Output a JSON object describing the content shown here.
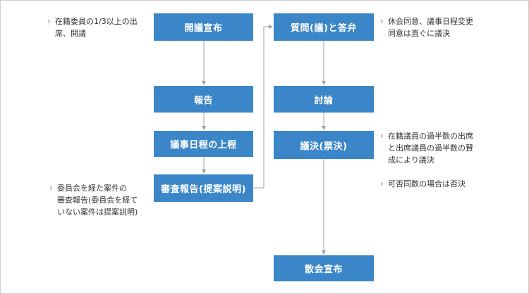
{
  "steps": {
    "open": "開議宣布",
    "report": "報告",
    "agenda": "議事日程の上程",
    "review": "審査報告(提案説明)",
    "question": "質問(議)と答弁",
    "debate": "討論",
    "vote": "議決(票決)",
    "close": "散会宣布"
  },
  "notes": {
    "quorum": [
      "在籍委員の1/3以上の出",
      "席、開議"
    ],
    "committee": [
      "委員会を経た案件の",
      "審査報告(委員会を経て",
      "いない案件は提案説明)"
    ],
    "recess": [
      "休会同意、議事日程変更",
      "同意は直ぐに議決"
    ],
    "majority": [
      "在籍議員の過半数の出席",
      "と出席議員の過半数の賛",
      "成により議決"
    ],
    "tie": [
      "可否同数の場合は否決"
    ]
  },
  "colors": {
    "box": "#3a86c8",
    "arrow": "#a0a0a0",
    "text": "#333333"
  }
}
